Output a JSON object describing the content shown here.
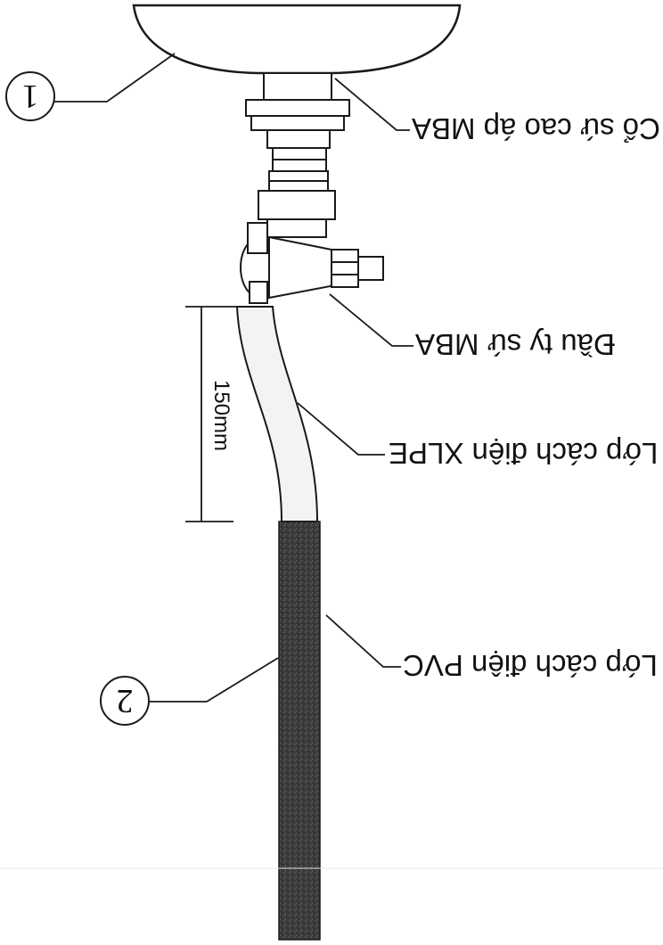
{
  "labels": {
    "bushing": "Cổ sứ cao áp MBA",
    "terminal": "Đầu ty sứ MBA",
    "xlpe": "Lớp cách điện XLPE",
    "pvc": "Lớp cách điện PVC"
  },
  "markers": {
    "one": "1",
    "two": "2"
  },
  "dimension": "150mm",
  "colors": {
    "line": "#1a1a1a",
    "pvc_fill": "#3a3a3a",
    "xlpe_fill": "#f2f2f2"
  }
}
